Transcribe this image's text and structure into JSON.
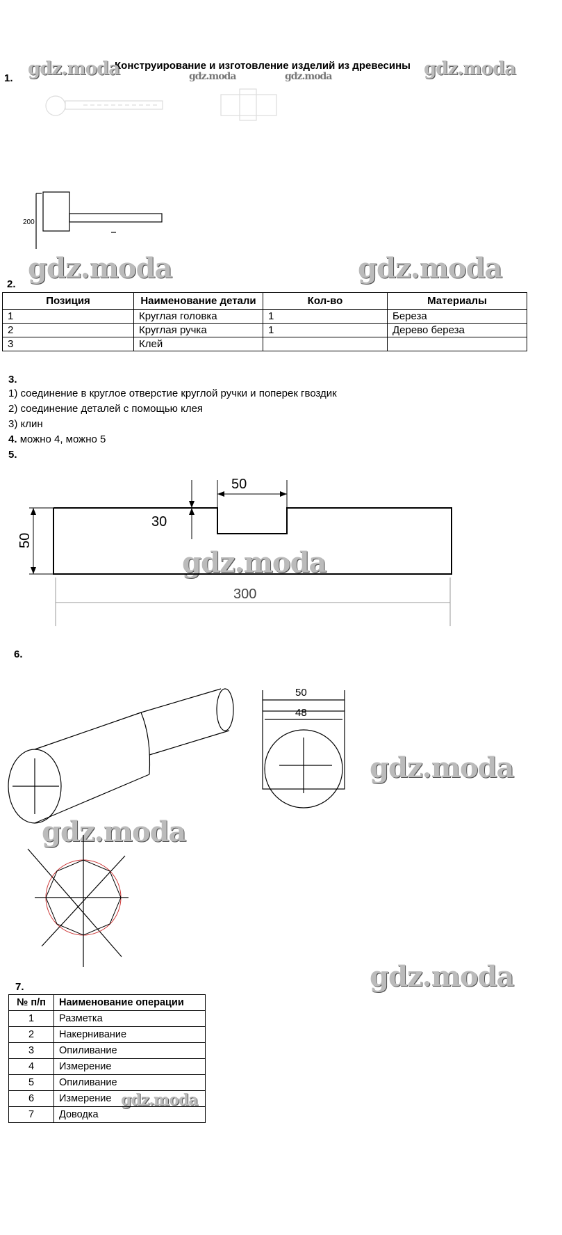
{
  "page": {
    "title": "Конструирование и изготовление изделий из древесины",
    "watermark": "gdz.moda"
  },
  "task1": {
    "number": "1.",
    "dimension": "200"
  },
  "task2": {
    "number": "2.",
    "headers": [
      "Позиция",
      "Наименование детали",
      "Кол-во",
      "Материалы"
    ],
    "rows": [
      [
        "1",
        "Круглая головка",
        "1",
        "Береза"
      ],
      [
        "2",
        "Круглая ручка",
        "1",
        "Дерево береза"
      ],
      [
        "3",
        "Клей",
        "",
        ""
      ]
    ]
  },
  "task3": {
    "number": "3.",
    "lines": [
      "1) соединение в круглое отверстие круглой ручки и поперек гвоздик",
      "2) соединение деталей с помощью клея",
      "3) клин"
    ]
  },
  "task4": {
    "number": "4.",
    "text": "можно 4, можно 5"
  },
  "task5": {
    "number": "5.",
    "dim_width": "300",
    "dim_height": "50",
    "dim_slot_width": "50",
    "dim_slot_depth": "30"
  },
  "task6": {
    "number": "6.",
    "dim_outer": "50",
    "dim_inner": "48"
  },
  "task7": {
    "number": "7.",
    "headers": [
      "№ п/п",
      "Наименование операции"
    ],
    "rows": [
      [
        "1",
        "Разметка"
      ],
      [
        "2",
        "Накернивание"
      ],
      [
        "3",
        "Опиливание"
      ],
      [
        "4",
        "Измерение"
      ],
      [
        "5",
        "Опиливание"
      ],
      [
        "6",
        "Измерение"
      ],
      [
        "7",
        "Доводка"
      ]
    ]
  }
}
